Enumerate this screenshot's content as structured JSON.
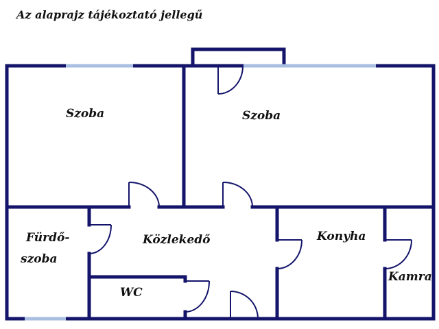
{
  "caption": "Az alaprajz tájékoztató jellegű",
  "rooms": {
    "szoba_left": "Szoba",
    "szoba_right": "Szoba",
    "furdo_line1": "Fürdő-",
    "furdo_line2": "szoba",
    "kozlekedo": "Közlekedő",
    "konyha": "Konyha",
    "kamra": "Kamra",
    "wc": "WC"
  },
  "colors": {
    "wall": "#14146b",
    "window": "#a9bfe2"
  }
}
